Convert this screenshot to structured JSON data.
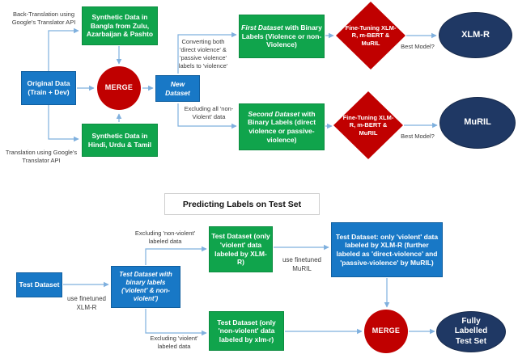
{
  "colors": {
    "green_box": "#10a44c",
    "blue_box": "#1878c6",
    "red_shape": "#c00000",
    "navy_oval": "#1f3864",
    "arrow": "#7fb0de"
  },
  "top": {
    "back_translation_label": "Back-Translation using Google's Translator API",
    "synthetic_bangla": "Synthetic Data in Bangla from Zulu, Azarbaijan & Pashto",
    "original_data": "Original Data (Train + Dev)",
    "merge_label": "MERGE",
    "synthetic_hindi": "Synthetic Data in Hindi, Urdu & Tamil",
    "translation_label": "Translation using Google's Translator API",
    "new_dataset": "New Dataset",
    "converting_label": "Converting both 'direct violence' & 'passive violence' labels to 'violence'",
    "excluding_label": "Excluding all 'non-Violent' data",
    "first_dataset_name": "First Dataset",
    "first_dataset_rest": "with Binary Labels (Violence or non-Violence)",
    "second_dataset_name": "Second Dataset",
    "second_dataset_rest": "with Binary Labels (direct violence or passive-violence)",
    "fine_tuning_1": "Fine-Tuning XLM-R, m-BERT & MuRIL",
    "fine_tuning_2": "Fine-Tuning XLM-R, m-BERT & MuRIL",
    "best_model_1": "Best Model?",
    "best_model_2": "Best Model?",
    "model_xlmr": "XLM-R",
    "model_muril": "MuRIL"
  },
  "bottom": {
    "section_title": "Predicting Labels on Test Set",
    "test_dataset": "Test Dataset",
    "use_finetuned_xlmr": "use finetuned XLM-R",
    "binary_labels_box": "Test Dataset with binary labels ('violent' & non-violent')",
    "excluding_nonviolent": "Excluding 'non-violent' labeled data",
    "excluding_violent": "Excluding 'violent' labeled data",
    "violent_box": "Test Dataset (only 'violent' data labeled by XLM-R)",
    "use_finetuned_muril": "use finetuned MuRIL",
    "xlmr_labeled_box": "Test Dataset: only 'violent' data labeled by XLM-R (further labeled as 'direct-violence' and 'passive-violence' by MuRIL)",
    "nonviolent_box": "Test Dataset (only 'non-violent' data labeled by xlm-r)",
    "merge_label": "MERGE",
    "fully_labelled": "Fully Labelled Test Set"
  }
}
